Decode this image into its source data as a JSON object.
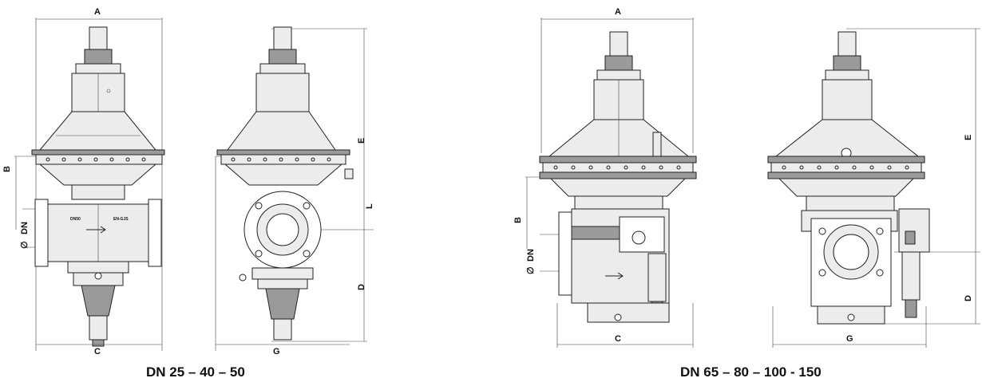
{
  "labels": {
    "A": "A",
    "B": "B",
    "C": "C",
    "D": "D",
    "E": "E",
    "G": "G",
    "L": "L",
    "DN": "DN",
    "DN_symbol": "∅",
    "plate_left": "DN50",
    "plate_right": "EN-GJS"
  },
  "captions": {
    "small": "DN 25 – 40 – 50",
    "large": "DN 65 – 80 – 100 - 150"
  },
  "colors": {
    "line": "#222222",
    "fill_light": "#ececec",
    "fill_dark": "#9a9a9a"
  }
}
